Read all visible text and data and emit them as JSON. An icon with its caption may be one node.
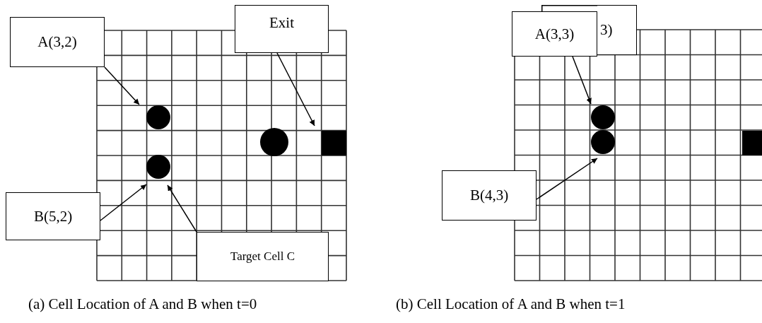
{
  "diagram": {
    "nodes": [
      {
        "text": [
          "A(3,2)"
        ]
      },
      {
        "text": [
          "Exit"
        ]
      },
      {
        "text": [
          "B(5,2)"
        ]
      },
      {
        "text": [
          "Target Cell C"
        ]
      },
      {
        "text": [],
        "shape": "circle"
      },
      {
        "text": [],
        "shape": "circle"
      },
      {
        "text": [],
        "shape": "circle"
      },
      {
        "text": [],
        "shape": "box"
      },
      {
        "text": [
          "3)"
        ]
      },
      {
        "text": [
          "A(3,3)"
        ]
      },
      {
        "text": [
          "B(4,3)"
        ]
      },
      {
        "text": [],
        "shape": "circle"
      },
      {
        "text": [],
        "shape": "circle"
      },
      {
        "text": [],
        "shape": "box"
      }
    ],
    "edges": [
      {
        "from": 0,
        "to": 4,
        "arrow": "to"
      },
      {
        "from": 1,
        "to": 7,
        "arrow": "to"
      },
      {
        "from": 2,
        "to": 5,
        "arrow": "to"
      },
      {
        "from": 3,
        "to": 5,
        "arrow": "to"
      },
      {
        "from": 9,
        "to": 11,
        "arrow": "to"
      },
      {
        "from": 10,
        "to": 12,
        "arrow": "to"
      }
    ],
    "labels": [
      "(a) Cell Location of A and B when t=0",
      "(b) Cell Location of A and B when t=1"
    ]
  }
}
